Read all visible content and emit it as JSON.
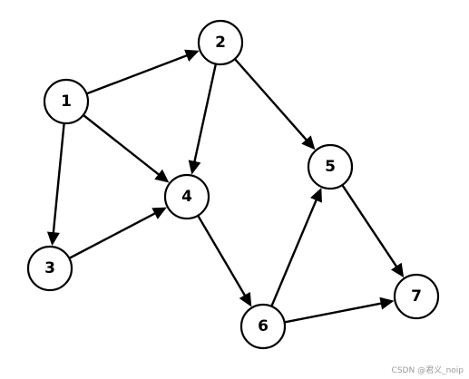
{
  "graph": {
    "nodes": [
      {
        "id": "1",
        "label": "1"
      },
      {
        "id": "2",
        "label": "2"
      },
      {
        "id": "3",
        "label": "3"
      },
      {
        "id": "4",
        "label": "4"
      },
      {
        "id": "5",
        "label": "5"
      },
      {
        "id": "6",
        "label": "6"
      },
      {
        "id": "7",
        "label": "7"
      }
    ],
    "edges": [
      {
        "from": "1",
        "to": "2"
      },
      {
        "from": "1",
        "to": "4"
      },
      {
        "from": "1",
        "to": "3"
      },
      {
        "from": "2",
        "to": "4"
      },
      {
        "from": "2",
        "to": "5"
      },
      {
        "from": "3",
        "to": "4"
      },
      {
        "from": "4",
        "to": "6"
      },
      {
        "from": "6",
        "to": "5"
      },
      {
        "from": "6",
        "to": "7"
      },
      {
        "from": "5",
        "to": "7"
      }
    ]
  },
  "watermark": "CSDN @君义_noip"
}
